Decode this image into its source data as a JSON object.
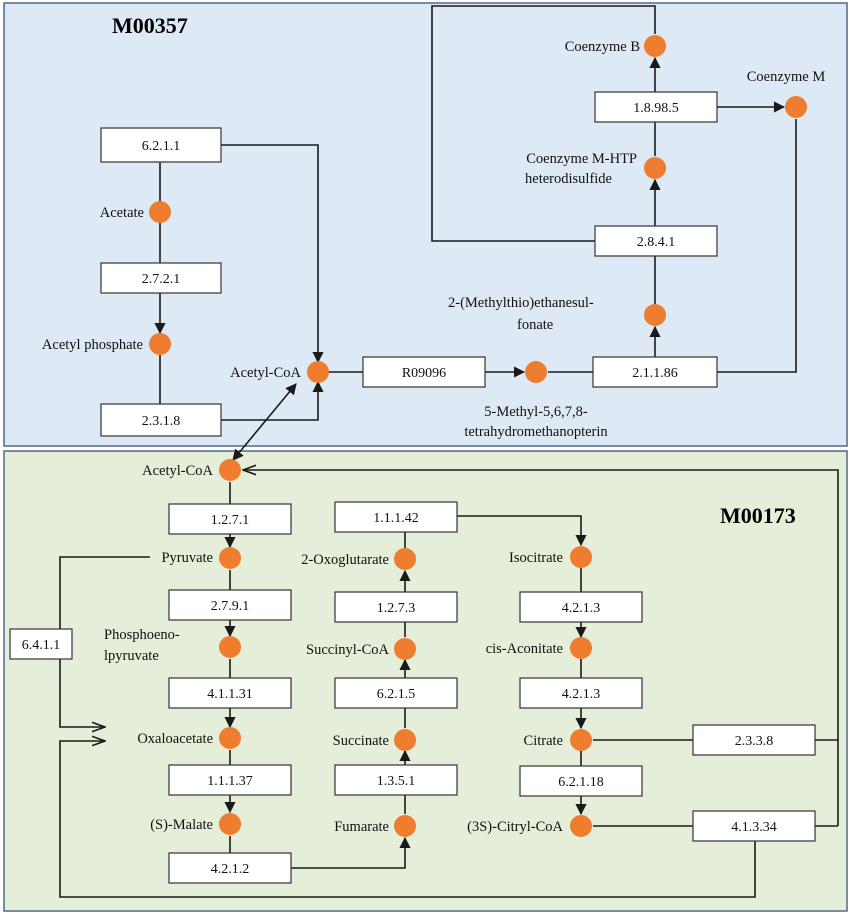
{
  "colors": {
    "top_panel_fill": "#DEE9F6",
    "top_panel_stroke": "#4E6A8A",
    "bottom_panel_fill": "#E4EED9",
    "bottom_panel_stroke": "#4E6A8A",
    "node_fill": "#EE7D2F",
    "line": "#1a1a1a"
  },
  "modules": {
    "top": "M00357",
    "bottom": "M00173"
  },
  "enzymes": {
    "e6211_top": "6.2.1.1",
    "e2721": "2.7.2.1",
    "e2318": "2.3.1.8",
    "r09096": "R09096",
    "e21186": "2.1.1.86",
    "e2841": "2.8.4.1",
    "e18985": "1.8.98.5",
    "e1271": "1.2.7.1",
    "e2791": "2.7.9.1",
    "e41131": "4.1.1.31",
    "e11137": "1.1.1.37",
    "e4212": "4.2.1.2",
    "e6411": "6.4.1.1",
    "e11142": "1.1.1.42",
    "e1273": "1.2.7.3",
    "e6215": "6.2.1.5",
    "e1351": "1.3.5.1",
    "e4213a": "4.2.1.3",
    "e4213b": "4.2.1.3",
    "e62118": "6.2.1.18",
    "e2338": "2.3.3.8",
    "e41334": "4.1.3.34"
  },
  "compounds": {
    "acetate": "Acetate",
    "acetyl_phosphate": "Acetyl phosphate",
    "acetyl_coa_top": "Acetyl-CoA",
    "methyl_thmpt_1": "5-Methyl-5,6,7,8-",
    "methyl_thmpt_2": "tetrahydromethanopterin",
    "methylthio_1": "2-(Methylthio)ethanesul-",
    "methylthio_2": "fonate",
    "com_htp_1": "Coenzyme M-HTP",
    "com_htp_2": "heterodisulfide",
    "coenzyme_b": "Coenzyme B",
    "coenzyme_m": "Coenzyme M",
    "acetyl_coa_bottom": "Acetyl-CoA",
    "pyruvate": "Pyruvate",
    "pep_1": "Phosphoeno-",
    "pep_2": "lpyruvate",
    "oxaloacetate": "Oxaloacetate",
    "s_malate": "(S)-Malate",
    "oxoglutarate": "2-Oxoglutarate",
    "succinyl_coa": "Succinyl-CoA",
    "succinate": "Succinate",
    "fumarate": "Fumarate",
    "isocitrate": "Isocitrate",
    "cis_aconitate": "cis-Aconitate",
    "citrate": "Citrate",
    "citryl_coa": "(3S)-Citryl-CoA"
  }
}
